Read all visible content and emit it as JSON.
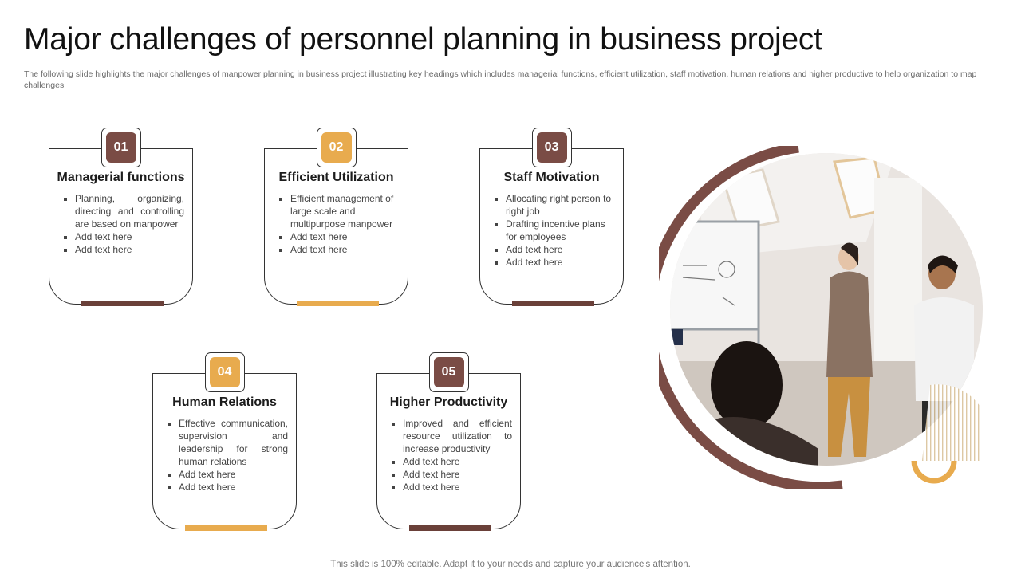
{
  "header": {
    "title": "Major challenges of personnel planning in business project",
    "subtitle": "The following slide highlights the major challenges of manpower planning in business project illustrating key headings which includes managerial functions, efficient utilization, staff motivation, human relations and higher productive to help organization to map challenges"
  },
  "colors": {
    "brown": "#7a4c45",
    "gold": "#e8ab4e"
  },
  "cards": [
    {
      "number": "01",
      "title": "Managerial functions",
      "points": [
        "Planning, organizing, directing and controlling are based on manpower",
        "Add text here",
        "Add text here"
      ]
    },
    {
      "number": "02",
      "title": "Efficient Utilization",
      "points": [
        "Efficient management of large scale and multipurpose manpower",
        "Add text here",
        "Add text here"
      ]
    },
    {
      "number": "03",
      "title": "Staff Motivation",
      "points": [
        "Allocating right person to right job",
        "Drafting incentive plans for employees",
        "Add text here",
        "Add text here"
      ]
    },
    {
      "number": "04",
      "title": "Human Relations",
      "points": [
        "Effective communication, supervision and leadership for strong human relations",
        "Add text here",
        "Add text here"
      ]
    },
    {
      "number": "05",
      "title": "Higher Productivity",
      "points": [
        "Improved and efficient resource utilization to increase productivity",
        "Add text here",
        "Add text here",
        "Add text here"
      ]
    }
  ],
  "footer": {
    "note": "This slide is 100% editable. Adapt it to your needs and capture your audience's attention."
  }
}
